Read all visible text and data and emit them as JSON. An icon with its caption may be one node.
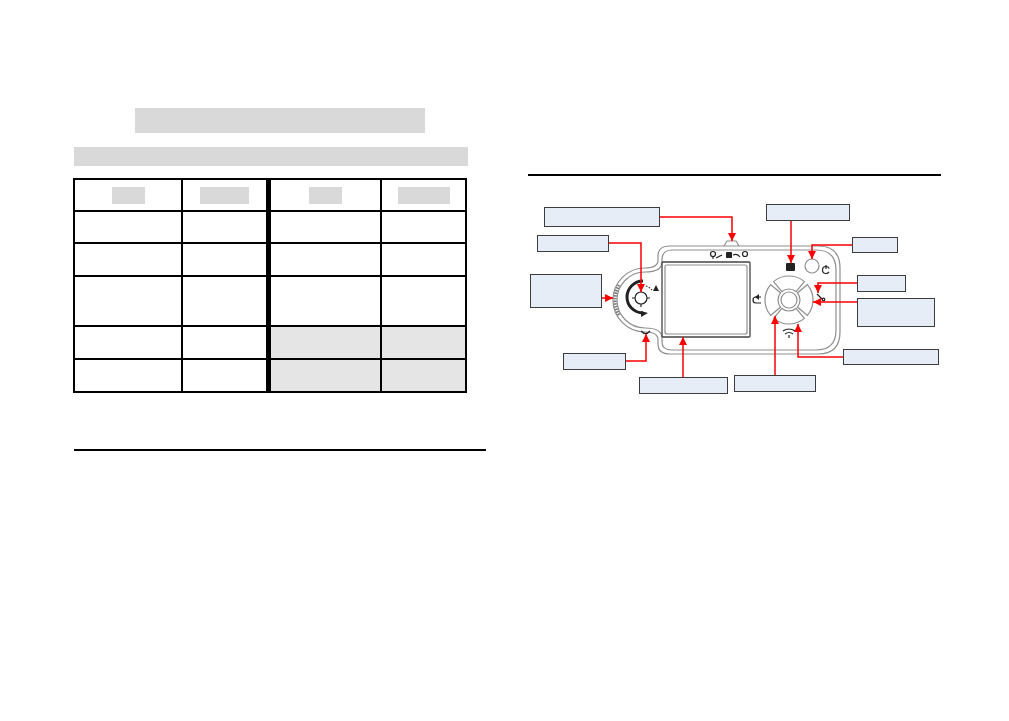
{
  "diagram": {
    "nodes": [
      {
        "text": [],
        "shape": "bar"
      },
      {
        "text": [],
        "shape": "bar"
      },
      {
        "text": [],
        "shape": "box"
      },
      {
        "text": [],
        "shape": "box"
      },
      {
        "text": [],
        "shape": "box"
      },
      {
        "text": [],
        "shape": "box"
      },
      {
        "text": [],
        "shape": "box"
      },
      {
        "text": [],
        "shape": "box"
      },
      {
        "text": [],
        "shape": "box"
      },
      {
        "text": [],
        "shape": "box"
      },
      {
        "text": [],
        "shape": "box"
      },
      {
        "text": [],
        "shape": "box"
      },
      {
        "text": [],
        "shape": "box"
      },
      {
        "text": [],
        "shape": "picture"
      },
      {
        "text": [],
        "shape": "box",
        "in": 13
      },
      {
        "text": [],
        "shape": "box",
        "in": 13
      },
      {
        "text": [],
        "shape": "circle",
        "in": 13
      },
      {
        "text": [],
        "shape": "circle",
        "in": 13
      },
      {
        "text": [],
        "shape": "bar",
        "in": 13
      },
      {
        "text": [],
        "shape": "picture",
        "in": 13
      },
      {
        "text": [],
        "shape": "box",
        "in": 13
      },
      {
        "text": [],
        "shape": "picture",
        "in": 13
      },
      {
        "text": [],
        "shape": "box",
        "in": 13
      },
      {
        "text": [],
        "shape": "box",
        "in": 13
      },
      {
        "text": [],
        "shape": "box",
        "in": 13
      }
    ],
    "edges": [
      {
        "from": 2,
        "to": 14,
        "arrow": "to"
      },
      {
        "from": 3,
        "to": 15,
        "arrow": "to"
      },
      {
        "from": 4,
        "to": 16,
        "arrow": "to"
      },
      {
        "from": 5,
        "to": 17,
        "arrow": "to"
      },
      {
        "from": 6,
        "to": 18,
        "arrow": "to"
      },
      {
        "from": 7,
        "to": 19,
        "arrow": "to"
      },
      {
        "from": 8,
        "to": 20,
        "arrow": "to"
      },
      {
        "from": 9,
        "to": 21,
        "arrow": "to"
      },
      {
        "from": 10,
        "to": 22,
        "arrow": "to"
      },
      {
        "from": 11,
        "to": 23,
        "arrow": "to"
      },
      {
        "from": 12,
        "to": 24,
        "arrow": "to"
      }
    ]
  }
}
